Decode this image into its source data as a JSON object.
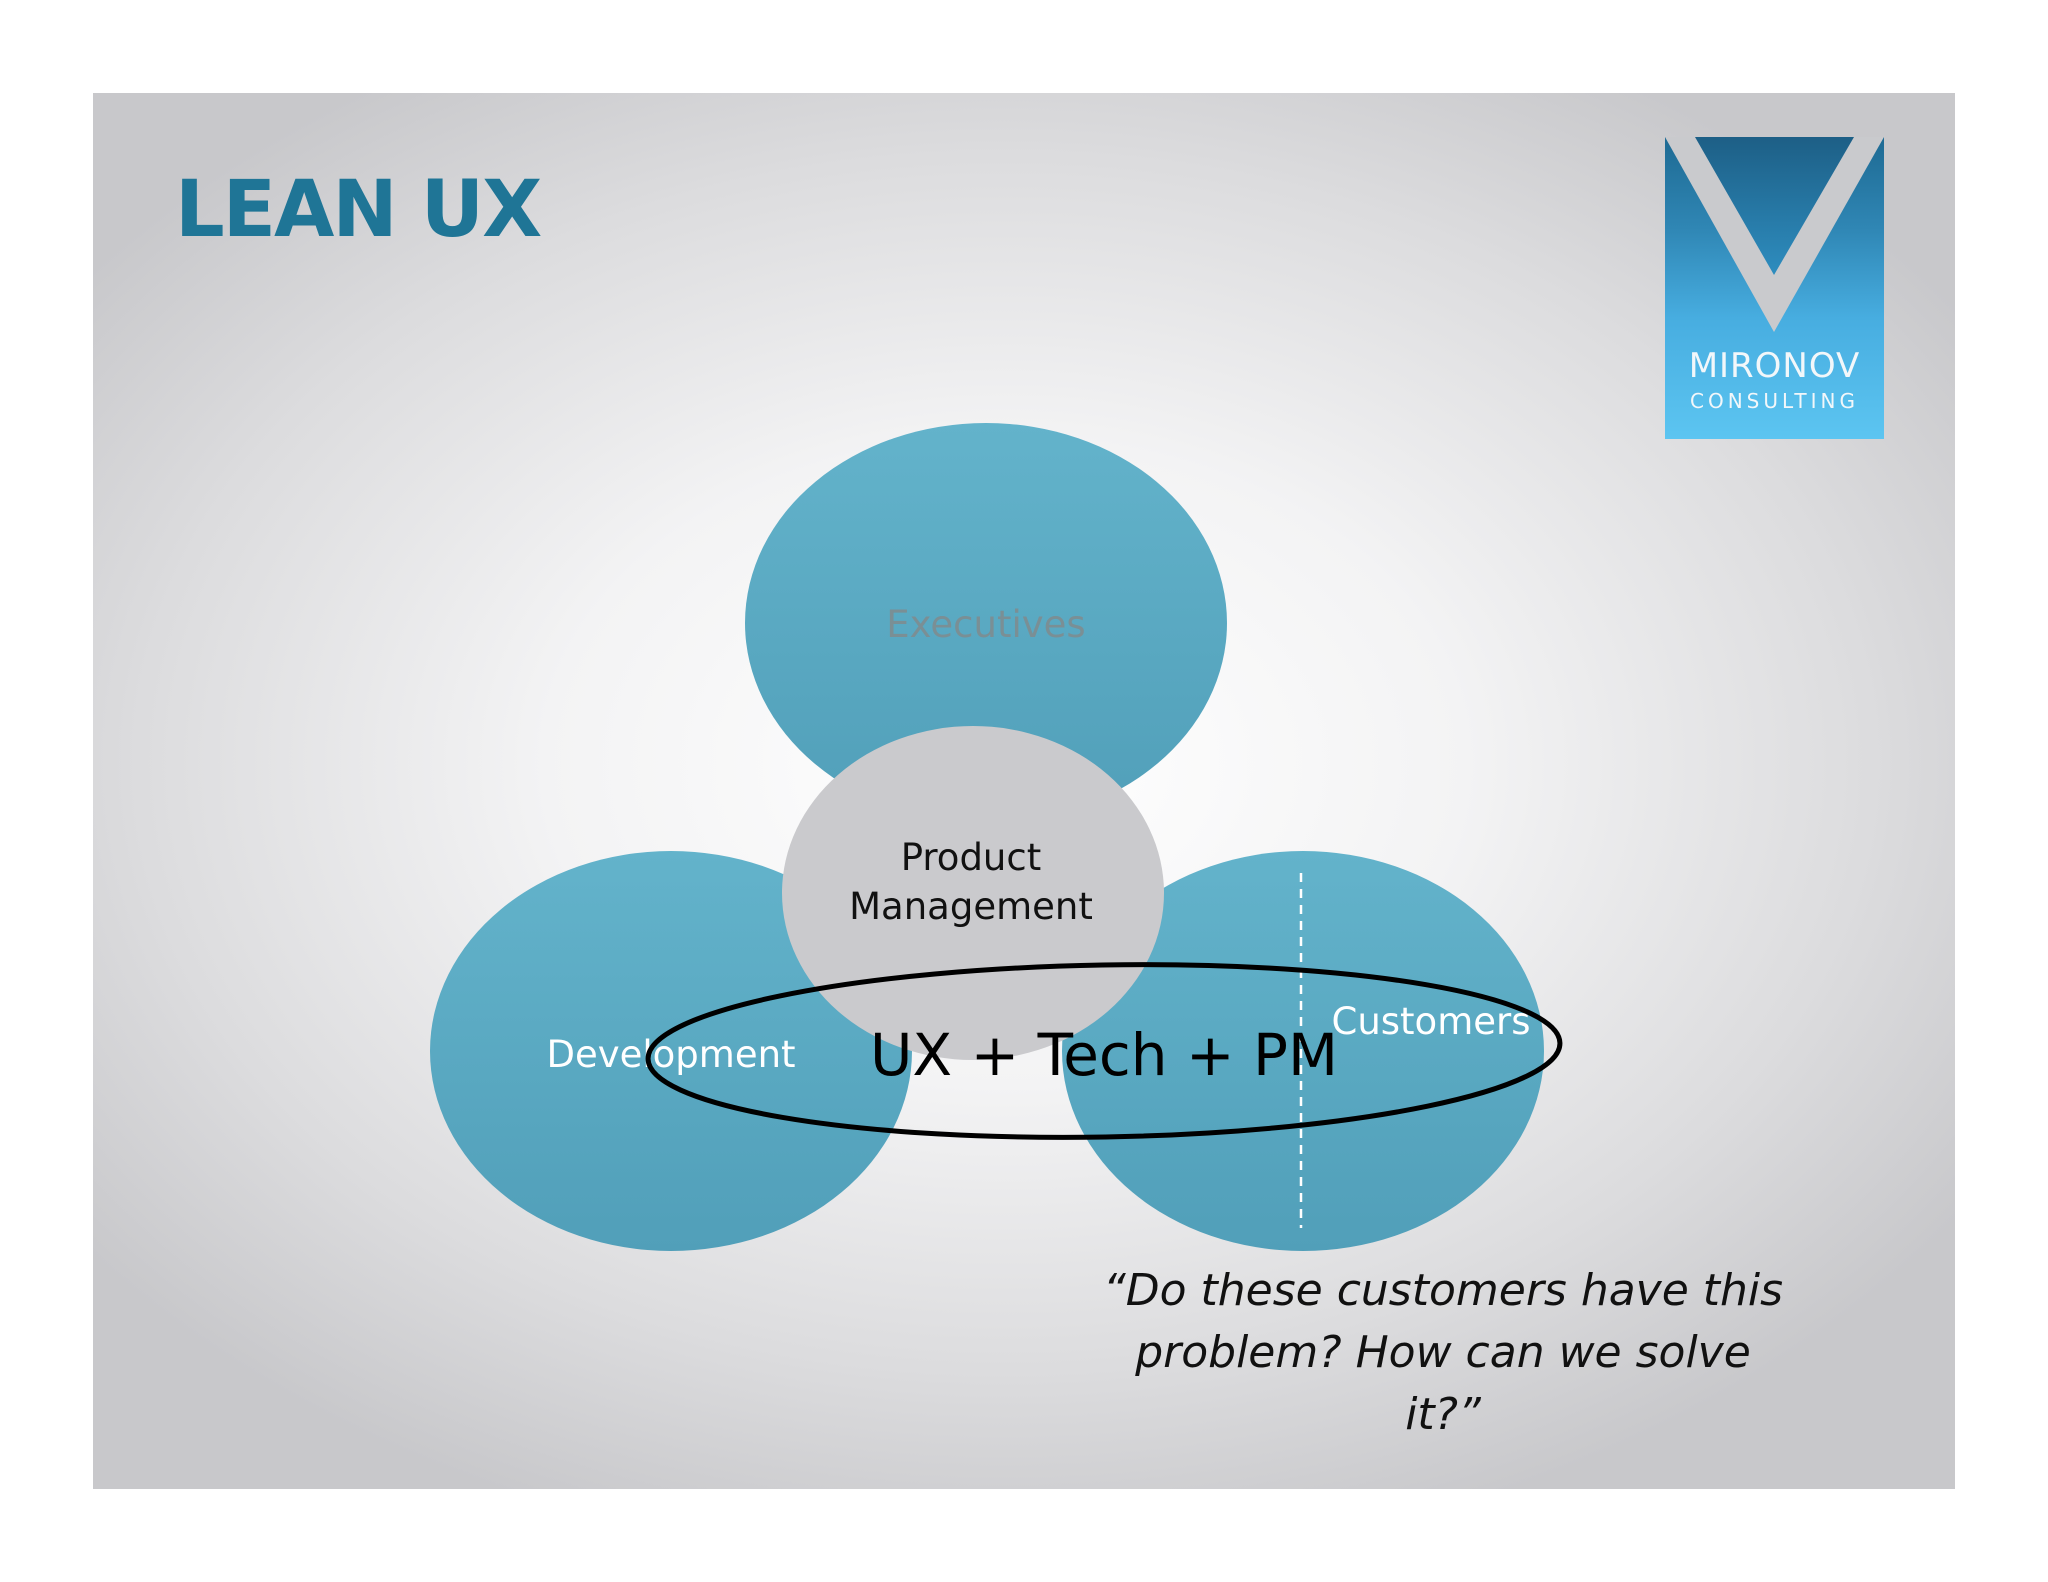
{
  "slide": {
    "title": "LEAN UX"
  },
  "logo": {
    "name": "MIRONOV",
    "subtitle": "CONSULTING",
    "icon": "v-chevron-icon"
  },
  "diagram": {
    "circles": [
      {
        "key": "executives",
        "label": "Executives"
      },
      {
        "key": "development",
        "label": "Development"
      },
      {
        "key": "customers",
        "label": "Customers"
      },
      {
        "key": "product_management",
        "label_lines": [
          "Product",
          "Management"
        ]
      }
    ],
    "highlight_label": "UX + Tech + PM"
  },
  "quote": {
    "lines": [
      "“Do these customers have this",
      "problem? How can we solve it?”"
    ]
  },
  "colors": {
    "title": "#1f7596",
    "circle_fill": "#5aaec6",
    "center_fill": "#cacacd",
    "logo_top": "#1e6a93",
    "logo_bottom": "#5cc5f1",
    "ellipse_stroke": "#000000"
  }
}
